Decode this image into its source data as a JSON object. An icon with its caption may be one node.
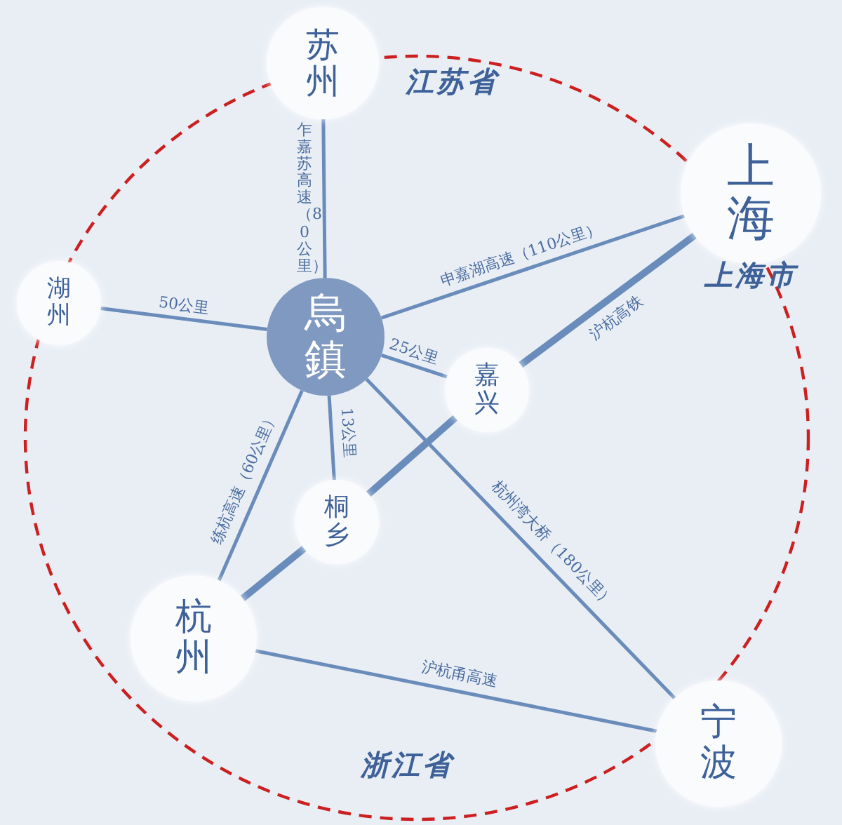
{
  "diagram": {
    "nodes": [
      {
        "text": [
          "苏州"
        ]
      },
      {
        "text": [
          "上海"
        ]
      },
      {
        "text": [
          "湖州"
        ]
      },
      {
        "text": [
          "烏鎮"
        ]
      },
      {
        "text": [
          "嘉兴"
        ]
      },
      {
        "text": [
          "桐乡"
        ]
      },
      {
        "text": [
          "杭州"
        ]
      },
      {
        "text": [
          "宁波"
        ]
      }
    ],
    "edges": [
      {
        "from": 0,
        "to": 3,
        "arrow": "none",
        "label": "乍嘉苏高速（80公里）"
      },
      {
        "from": 2,
        "to": 3,
        "arrow": "none",
        "label": "50公里"
      },
      {
        "from": 3,
        "to": 1,
        "arrow": "none",
        "label": "申嘉湖高速（110公里）"
      },
      {
        "from": 3,
        "to": 4,
        "arrow": "none",
        "label": "25公里"
      },
      {
        "from": 3,
        "to": 5,
        "arrow": "none",
        "label": "13公里"
      },
      {
        "from": 3,
        "to": 6,
        "arrow": "none",
        "label": "练杭高速（60公里）"
      },
      {
        "from": 3,
        "to": 7,
        "arrow": "none",
        "label": "杭州湾大桥（180公里）"
      },
      {
        "from": 6,
        "to": 5,
        "arrow": "none",
        "style": "thick"
      },
      {
        "from": 5,
        "to": 4,
        "arrow": "none",
        "style": "thick"
      },
      {
        "from": 4,
        "to": 1,
        "arrow": "none",
        "style": "thick",
        "label": "沪杭高铁"
      },
      {
        "from": 6,
        "to": 7,
        "arrow": "none",
        "label": "沪杭甬高速"
      }
    ],
    "labels": [
      "江苏省",
      "上海市",
      "浙江省"
    ]
  }
}
